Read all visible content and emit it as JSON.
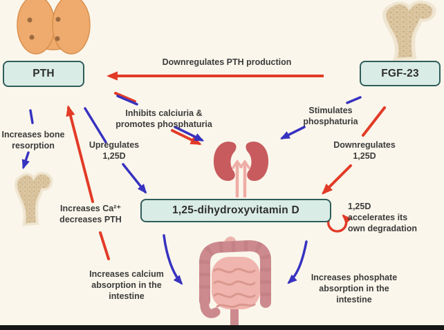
{
  "diagram": {
    "boxes": {
      "pth": {
        "label": "PTH"
      },
      "fgf23": {
        "label": "FGF-23"
      },
      "vitamin_d": {
        "label": "1,25-dihydroxyvitamin D"
      }
    },
    "labels": {
      "downregulates_pth": "Downregulates PTH production",
      "inhibits_calciuria": "Inhibits calciuria &\npromotes phosphaturia",
      "stimulates_phosphaturia": "Stimulates\nphosphaturia",
      "upregulates_125d": "Upregulates\n1,25D",
      "downregulates_125d": "Downregulates\n1,25D",
      "increases_bone_resorption": "Increases bone\nresorption",
      "increases_ca_decreases_pth": "Increases Ca²⁺\ndecreases PTH",
      "accelerates_degradation": "1,25D\naccelerates its\nown degradation",
      "calcium_absorption": "Increases calcium\nabsorption in the\nintestine",
      "phosphate_absorption": "Increases phosphate\nabsorption in the\nintestine"
    },
    "icons": {
      "top_left": "thyroid-parathyroid-icon",
      "top_right": "femur-bone-icon",
      "mid_left": "femur-bone-icon",
      "center": "kidneys-icon",
      "bottom_center": "intestine-icon",
      "loop": "self-degradation-loop-icon"
    },
    "colors": {
      "background": "#faf6eb",
      "box_fill": "#d9ece5",
      "box_border": "#2f5d5a",
      "text": "#3b3b3b",
      "red_arrow": "#e23b27",
      "blue_arrow": "#3732c0",
      "kidney": "#c75b5e",
      "thyroid": "#eeab6d",
      "bone": "#dbc6a1",
      "intestine": "#cc8a8e"
    }
  }
}
